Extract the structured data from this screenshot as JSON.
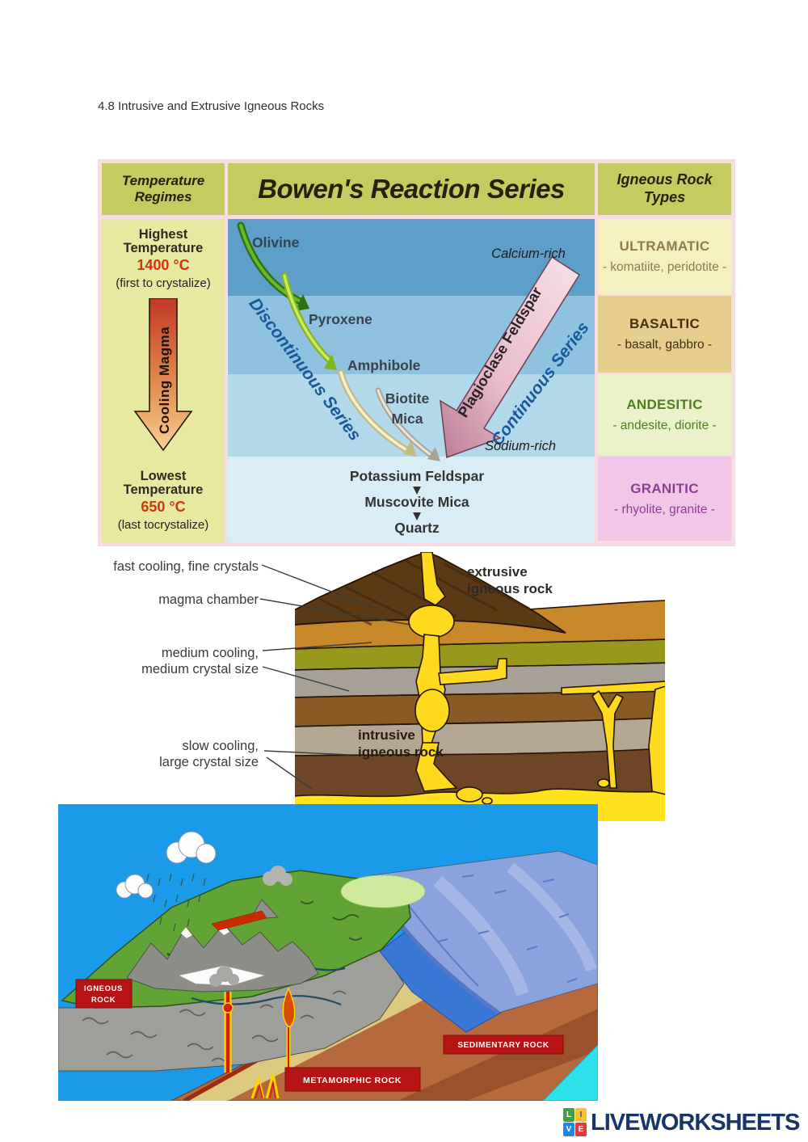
{
  "page": {
    "heading": "4.8 Intrusive and Extrusive Igneous Rocks"
  },
  "bowen": {
    "title": "Bowen's Reaction Series",
    "temperature_panel": {
      "title": "Temperature Regimes",
      "highest_label": "Highest Temperature",
      "highest_temp": "1400 °C",
      "highest_note": "(first to crystalize)",
      "arrow_label": "Cooling Magma",
      "lowest_label": "Lowest Temperature",
      "lowest_temp": "650 °C",
      "lowest_note": "(last tocrystalize)"
    },
    "series": {
      "olivine": "Olivine",
      "pyroxene": "Pyroxene",
      "amphibole": "Amphibole",
      "biotite_1": "Biotite",
      "biotite_2": "Mica",
      "discontinuous": "Discontinuous Series",
      "continuous": "Continuous Series",
      "plagioclase": "Plagioclase Feldspar",
      "calcium_rich": "Calcium-rich",
      "sodium_rich": "Sodium-rich",
      "potassium_feldspar": "Potassium Feldspar",
      "muscovite_mica": "Muscovite Mica",
      "quartz": "Quartz"
    },
    "rock_types_panel": {
      "title": "Igneous Rock Types",
      "rows": [
        {
          "name": "ULTRAMATIC",
          "examples": "- komatiite, peridotite -",
          "bg": "#f5f0bf",
          "color": "#8d7b57"
        },
        {
          "name": "BASALTIC",
          "examples": "- basalt, gabbro -",
          "bg": "#e4cd8d",
          "color": "#44300f"
        },
        {
          "name": "ANDESITIC",
          "examples": "- andesite, diorite -",
          "bg": "#ebf1c9",
          "color": "#4f7f1d"
        },
        {
          "name": "GRANITIC",
          "examples": "- rhyolite, granite -",
          "bg": "#f1c6e8",
          "color": "#8d3e93"
        }
      ]
    }
  },
  "volcano_figure": {
    "fast_cooling": "fast cooling, fine crystals",
    "magma_chamber": "magma chamber",
    "medium_cooling_1": "medium cooling,",
    "medium_cooling_2": "medium crystal size",
    "slow_cooling_1": "slow cooling,",
    "slow_cooling_2": "large crystal size",
    "extrusive_1": "extrusive",
    "extrusive_2": "igneous rock",
    "intrusive_1": "intrusive",
    "intrusive_2": "igneous rock"
  },
  "rock_cycle_figure": {
    "igneous_1": "IGNEOUS",
    "igneous_2": "ROCK",
    "sedimentary": "SEDIMENTARY ROCK",
    "metamorphic": "METAMORPHIC ROCK"
  },
  "footer": {
    "brand": "LIVEWORKSHEETS",
    "brand_color": "#17356b",
    "tiles": [
      {
        "letter": "L",
        "bg": "#43a047",
        "fg": "#ffffff"
      },
      {
        "letter": "I",
        "bg": "#fbc02d",
        "fg": "#1c5bd4"
      },
      {
        "letter": "V",
        "bg": "#1e88e5",
        "fg": "#ffffff"
      },
      {
        "letter": "E",
        "bg": "#e53935",
        "fg": "#ffffff"
      }
    ]
  }
}
